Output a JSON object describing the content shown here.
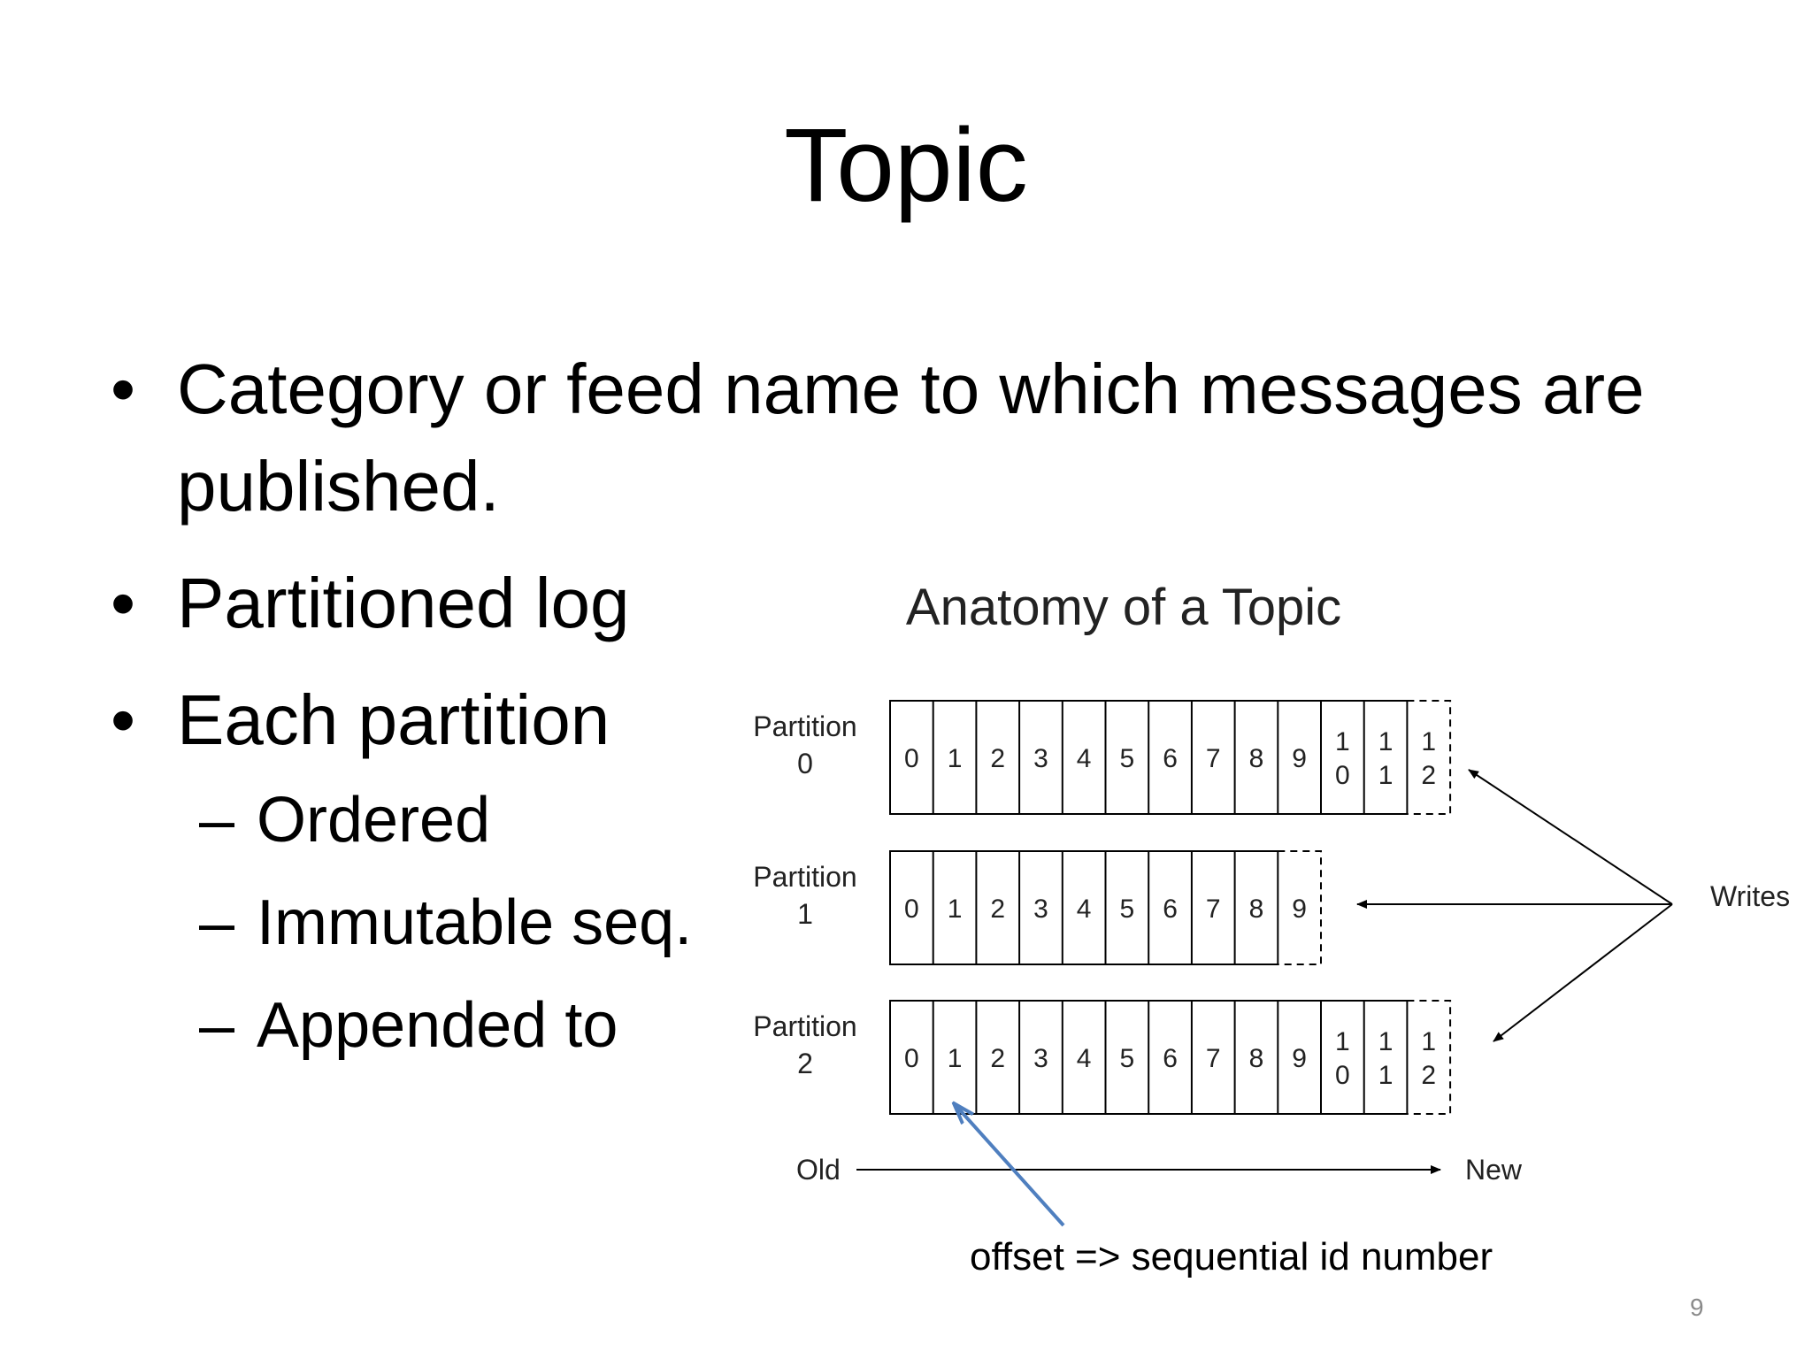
{
  "slide": {
    "title": "Topic",
    "bullets": [
      {
        "text": "Category or feed name to which messages are published."
      },
      {
        "text": "Partitioned log"
      },
      {
        "text": "Each partition"
      }
    ],
    "sub_bullets": [
      {
        "text": "Ordered"
      },
      {
        "text": "Immutable seq."
      },
      {
        "text": "Appended to"
      }
    ],
    "bullet_glyph": "•",
    "dash_glyph": "–",
    "page_number": "9"
  },
  "diagram": {
    "title": "Anatomy of a Topic",
    "partitions": [
      {
        "label_line1": "Partition",
        "label_line2": "0",
        "offsets": [
          "0",
          "1",
          "2",
          "3",
          "4",
          "5",
          "6",
          "7",
          "8",
          "9",
          "10",
          "11"
        ],
        "next_offset": "12"
      },
      {
        "label_line1": "Partition",
        "label_line2": "1",
        "offsets": [
          "0",
          "1",
          "2",
          "3",
          "4",
          "5",
          "6",
          "7",
          "8"
        ],
        "next_offset": "9"
      },
      {
        "label_line1": "Partition",
        "label_line2": "2",
        "offsets": [
          "0",
          "1",
          "2",
          "3",
          "4",
          "5",
          "6",
          "7",
          "8",
          "9",
          "10",
          "11"
        ],
        "next_offset": "12"
      }
    ],
    "writes_label": "Writes",
    "old_label": "Old",
    "new_label": "New",
    "offset_caption": "offset => sequential id number",
    "colors": {
      "line": "#000000",
      "highlight_arrow": "#4f7fbf",
      "text": "#222222"
    }
  }
}
